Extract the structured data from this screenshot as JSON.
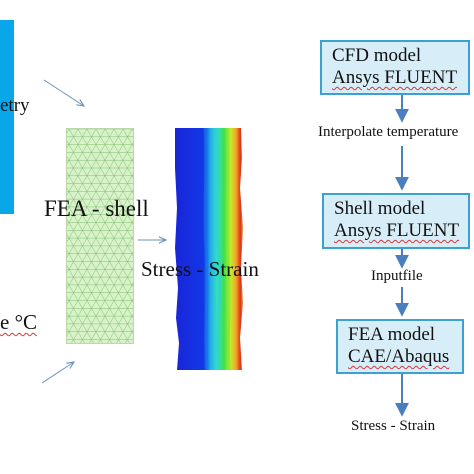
{
  "left_panel": {
    "geometry_label": "etry",
    "fea_label": "FEA - shell",
    "stress_label": "Stress - Strain",
    "temperature_label": "e °C",
    "colors": {
      "geometry_strip": "#0aa6ea",
      "mesh_fill": "#d9f2c9",
      "mesh_lines": "#7fbf74"
    }
  },
  "flowchart": {
    "boxes": [
      {
        "line1": "CFD model",
        "line2": "Ansys FLUENT"
      },
      {
        "line1": "Shell model",
        "line2": "Ansys FLUENT"
      },
      {
        "line1": "FEA model",
        "line2": "CAE/Abaqus"
      }
    ],
    "step_labels": [
      "Interpolate temperature",
      "Inputfile",
      "Stress - Strain"
    ],
    "colors": {
      "box_fill": "#d7eef8",
      "box_border": "#3ba1d0",
      "arrow": "#4a7fbf"
    }
  }
}
